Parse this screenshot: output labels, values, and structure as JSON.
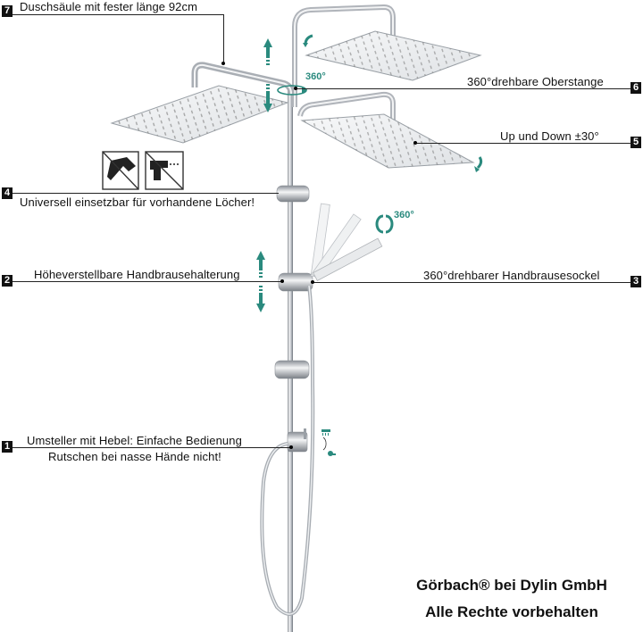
{
  "callouts": [
    {
      "number": "7",
      "text": "Duschsäule mit fester länge 92cm"
    },
    {
      "number": "6",
      "text": "360°drehbare Oberstange"
    },
    {
      "number": "5",
      "text": "Up und Down ±30°"
    },
    {
      "number": "4",
      "text": "Universell einsetzbar für vorhandene Löcher!"
    },
    {
      "number": "2",
      "text": "Höheverstellbare Handbrausehalterung"
    },
    {
      "number": "3",
      "text": "360°drehbarer Handbrausesockel"
    },
    {
      "number": "1",
      "text": "Umsteller mit Hebel: Einfache Bedienung",
      "text2": "Rutschen bei nasse Hände nicht!"
    }
  ],
  "rotation_labels": {
    "top_arm": "360°",
    "hand_shower": "360°"
  },
  "icons": [
    "no-hammer-icon",
    "no-drill-icon"
  ],
  "footer": {
    "line1": "Görbach® bei Dylin GmbH",
    "line2": "Alle Rechte vorbehalten"
  },
  "colors": {
    "accent_teal": "#2a8a7e",
    "chrome": "#c9ccd0",
    "text": "#111111",
    "badge_bg": "#111111"
  }
}
